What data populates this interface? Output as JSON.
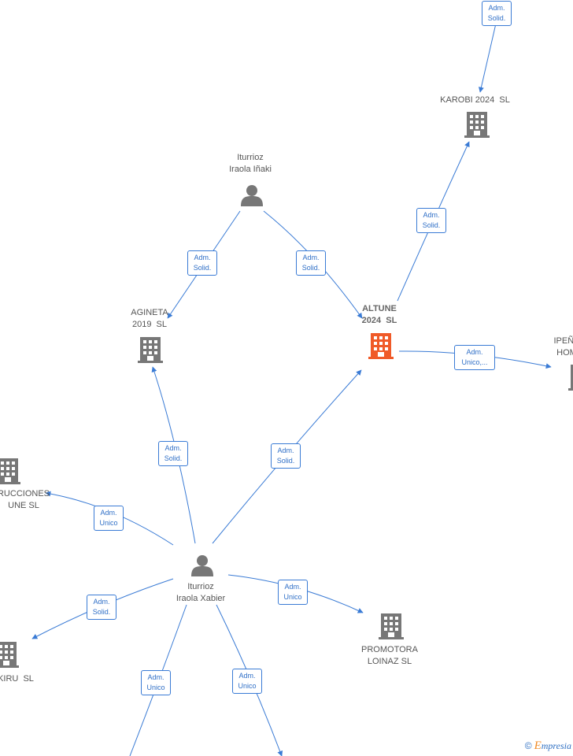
{
  "nodes": {
    "iturrioz_inaki": {
      "label": "Iturrioz\nIraola Iñaki",
      "type": "person"
    },
    "iturrioz_xabier": {
      "label": "Iturrioz\nIraola Xabier",
      "type": "person"
    },
    "altune": {
      "label": "ALTUNE\n2024  SL",
      "type": "company",
      "focus": true
    },
    "agineta": {
      "label": "AGINETA\n2019  SL",
      "type": "company"
    },
    "karobi": {
      "label": "KAROBI 2024  SL",
      "type": "company"
    },
    "ipena": {
      "label": "IPEÑA\nHOM",
      "type": "company"
    },
    "construcciones": {
      "label": "RUCCIONES\nUNE SL",
      "type": "company"
    },
    "kiru": {
      "label": "KIRU  SL",
      "type": "company"
    },
    "promotora": {
      "label": "PROMOTORA\nLOINAZ SL",
      "type": "company"
    }
  },
  "edges": [
    {
      "id": "e1",
      "label": "Adm.\nSolid."
    },
    {
      "id": "e2",
      "label": "Adm.\nSolid."
    },
    {
      "id": "e3",
      "label": "Adm.\nSolid."
    },
    {
      "id": "e4",
      "label": "Adm.\nSolid."
    },
    {
      "id": "e5",
      "label": "Adm.\nUnico,..."
    },
    {
      "id": "e6",
      "label": "Adm.\nSolid."
    },
    {
      "id": "e7",
      "label": "Adm.\nSolid."
    },
    {
      "id": "e8",
      "label": "Adm.\nUnico"
    },
    {
      "id": "e9",
      "label": "Adm.\nSolid."
    },
    {
      "id": "e10",
      "label": "Adm.\nUnico"
    },
    {
      "id": "e11",
      "label": "Adm.\nUnico"
    },
    {
      "id": "e12",
      "label": "Adm.\nUnico"
    }
  ],
  "colors": {
    "edge": "#3a7bd5",
    "company": "#777777",
    "focus_company": "#f05a28",
    "person": "#777777"
  },
  "brand": {
    "copyright": "©",
    "name_initial": "E",
    "name_rest": "mpresia"
  }
}
